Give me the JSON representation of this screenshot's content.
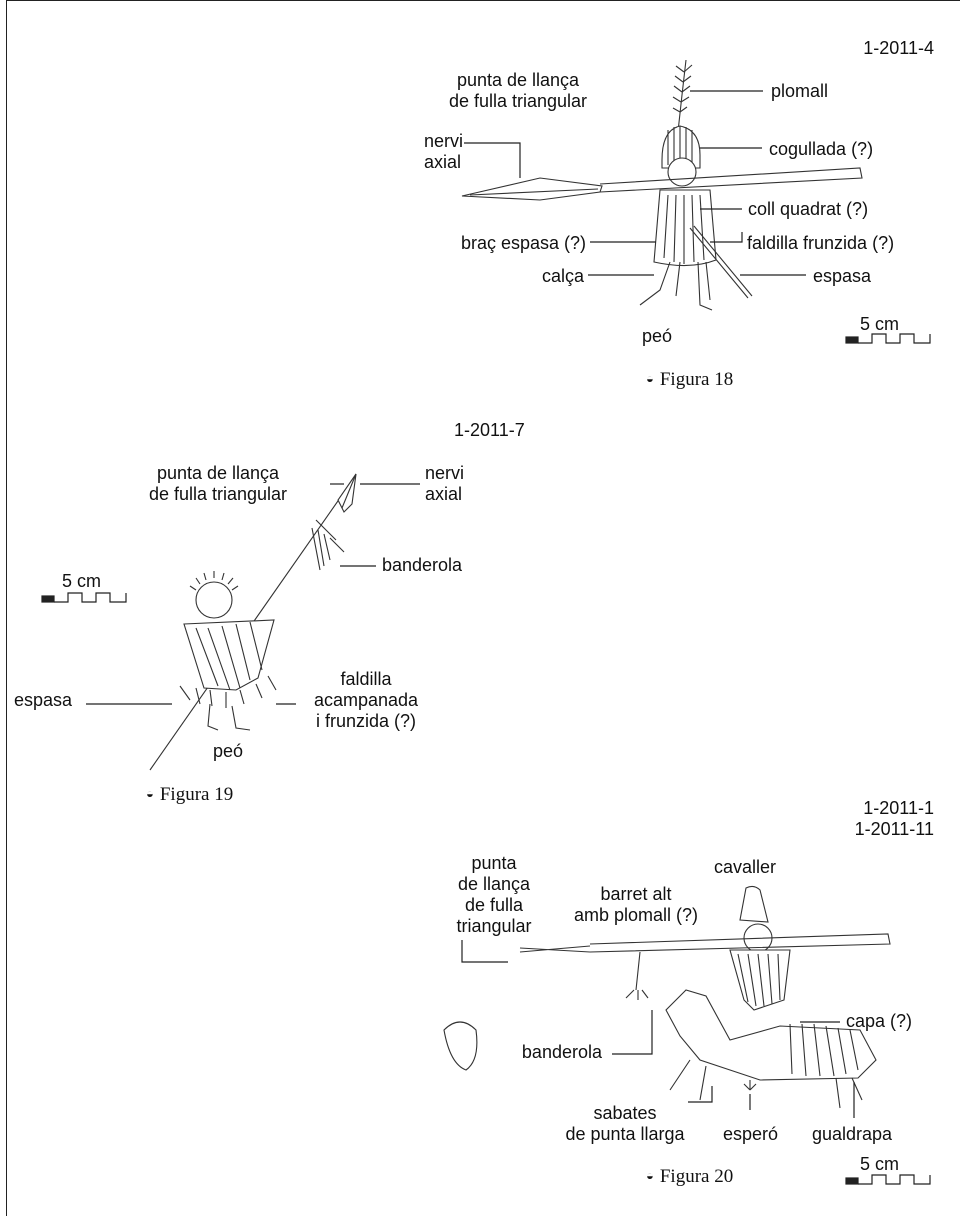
{
  "figures": [
    {
      "code": "1-2011-4",
      "caption": "Figura 18",
      "scale_label": "5 cm",
      "labels": {
        "spearhead": "punta de llança\nde fulla triangular",
        "rib": "nervi\naxial",
        "plume": "plomall",
        "hood": "cogullada (?)",
        "collar": "coll quadrat (?)",
        "arm": "braç espasa (?)",
        "skirt": "faldilla frunzida (?)",
        "hose": "calça",
        "sword": "espasa",
        "figure": "peó"
      }
    },
    {
      "code": "1-2011-7",
      "caption": "Figura 19",
      "scale_label": "5 cm",
      "labels": {
        "spearhead": "punta de llança\nde fulla triangular",
        "rib": "nervi\naxial",
        "pennon": "banderola",
        "skirt": "faldilla\nacampanada\ni frunzida (?)",
        "sword": "espasa",
        "figure": "peó"
      }
    },
    {
      "code": "1-2011-1\n1-2011-11",
      "caption": "Figura 20",
      "scale_label": "5 cm",
      "labels": {
        "rider": "cavaller",
        "spearhead": "punta\nde llança\nde fulla\ntriangular",
        "hat": "barret alt\namb plomall (?)",
        "cape": "capa (?)",
        "pennon": "banderola",
        "shoes": "sabates\nde punta llarga",
        "spur": "esperó",
        "caparison": "gualdrapa"
      }
    }
  ],
  "colors": {
    "ink": "#222222",
    "background": "#ffffff"
  },
  "icons": {
    "caption_marker": "half-filled-circle-icon",
    "scale": "scale-bar-icon"
  }
}
